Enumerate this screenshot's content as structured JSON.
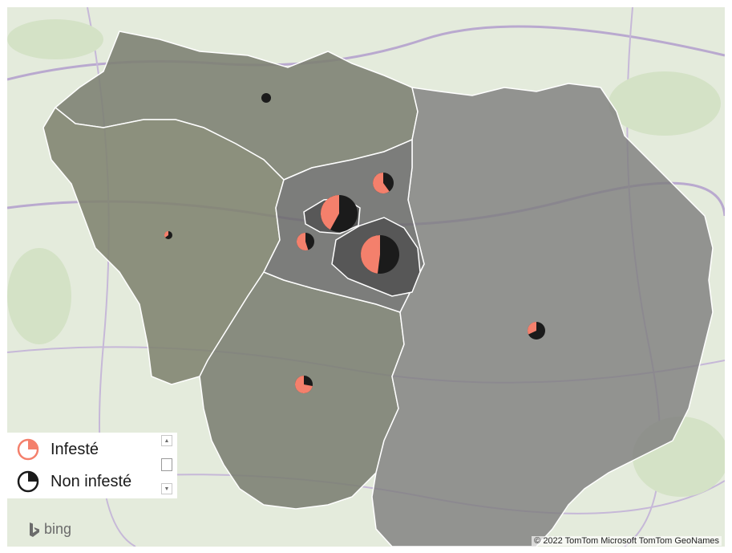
{
  "legend": {
    "items": [
      {
        "label": "Infesté",
        "color": "#f4806c"
      },
      {
        "label": "Non infesté",
        "color": "#1b1b1b"
      }
    ]
  },
  "map": {
    "provider_logo_text": "bing",
    "copyright": "© 2022 TomTom  Microsoft  TomTom  GeoNames",
    "region_colors": {
      "outer": "#7a7d70",
      "inner": "#5e5e5e",
      "border": "#ffffff",
      "base": "#e6ecdf"
    },
    "pie_markers": [
      {
        "label_name": "marker-north-west",
        "infested_fraction": 0.0
      },
      {
        "label_name": "marker-west",
        "infested_fraction": 0.35
      },
      {
        "label_name": "marker-inner-north",
        "infested_fraction": 0.6
      },
      {
        "label_name": "marker-paris",
        "infested_fraction": 0.42
      },
      {
        "label_name": "marker-inner-west",
        "infested_fraction": 0.55
      },
      {
        "label_name": "marker-inner-east",
        "infested_fraction": 0.48
      },
      {
        "label_name": "marker-east",
        "infested_fraction": 0.32
      },
      {
        "label_name": "marker-south",
        "infested_fraction": 0.72
      }
    ]
  }
}
